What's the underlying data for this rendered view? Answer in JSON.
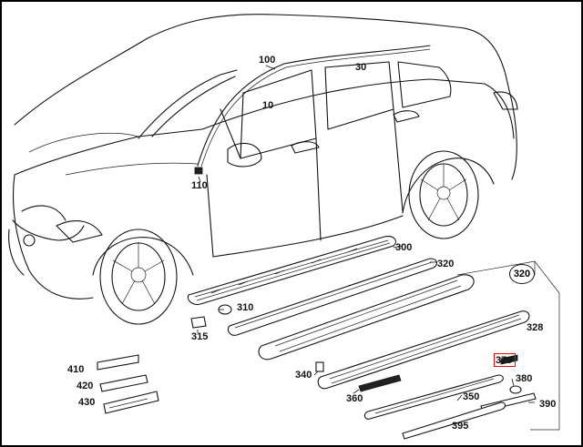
{
  "diagram": {
    "parts": {
      "p10": "10",
      "p30": "30",
      "p100": "100",
      "p110": "110",
      "p300": "300",
      "p310": "310",
      "p315": "315",
      "p320": "320",
      "p320_circle": "320",
      "p328": "328",
      "p340": "340",
      "p350": "350",
      "p360": "360",
      "p370": "370",
      "p380": "380",
      "p390": "390",
      "p395": "395",
      "p410": "410",
      "p420": "420",
      "p430": "430"
    },
    "highlight_color": "#d81010"
  }
}
